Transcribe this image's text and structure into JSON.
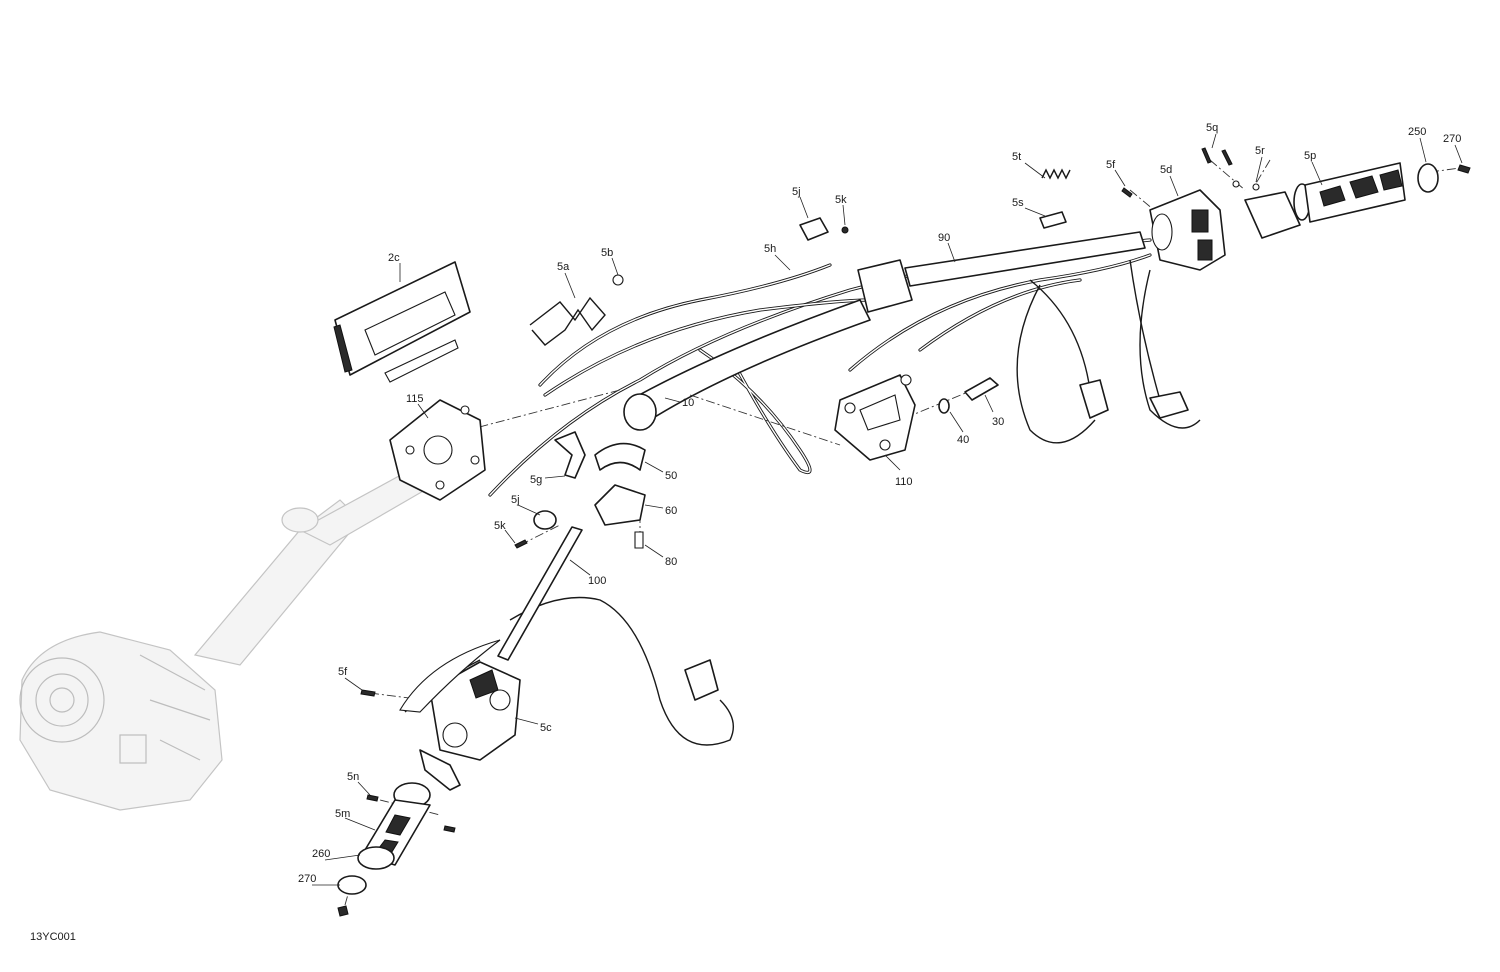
{
  "figure_code": "13YC001",
  "callouts": [
    "2c",
    "5a",
    "5b",
    "5h",
    "5j",
    "5k",
    "5t",
    "5s",
    "90",
    "5f",
    "5d",
    "5q",
    "5r",
    "5p",
    "250",
    "270",
    "115",
    "10",
    "40",
    "30",
    "110",
    "50",
    "5g",
    "60",
    "80",
    "100",
    "5c",
    "5n",
    "5m",
    "260",
    "5f",
    "5j",
    "5k",
    "270"
  ]
}
